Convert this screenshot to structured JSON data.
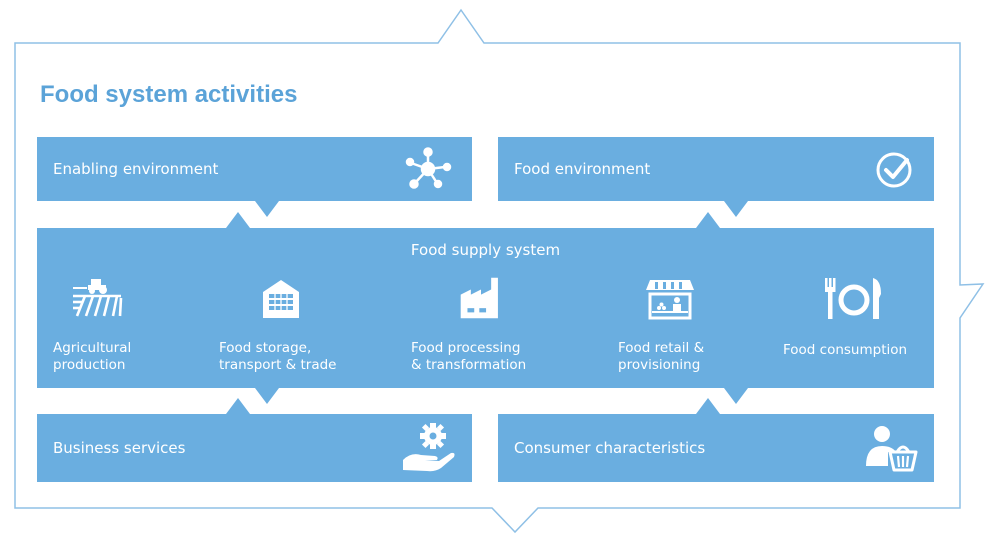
{
  "title": "Food system activities",
  "boxes": {
    "enabling": {
      "label": "Enabling environment",
      "icon": "network-hub-icon"
    },
    "food_env": {
      "label": "Food environment",
      "icon": "check-circle-icon"
    },
    "business": {
      "label": "Business services",
      "icon": "hand-gear-icon"
    },
    "consumer": {
      "label": "Consumer characteristics",
      "icon": "person-basket-icon"
    }
  },
  "supply": {
    "title": "Food supply system",
    "activities": [
      {
        "line1": "Agricultural",
        "line2": "production",
        "icon": "tractor-field-icon"
      },
      {
        "line1": "Food storage,",
        "line2": "transport & trade",
        "icon": "warehouse-icon"
      },
      {
        "line1": "Food processing",
        "line2": "& transformation",
        "icon": "factory-icon"
      },
      {
        "line1": "Food retail &",
        "line2": "provisioning",
        "icon": "market-stall-icon"
      },
      {
        "line1": "Food consumption",
        "line2": "",
        "icon": "cutlery-plate-icon"
      }
    ]
  },
  "colors": {
    "box": "#6aaee0",
    "title": "#5ba3d8",
    "frame": "#8fc0e6",
    "text": "#ffffff"
  }
}
